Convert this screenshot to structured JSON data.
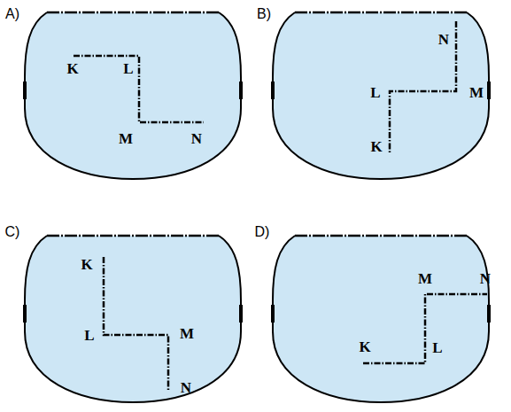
{
  "diagram": {
    "labels": [
      "A)",
      "K",
      "L",
      "M",
      "N",
      "B)",
      "N",
      "L",
      "M",
      "K",
      "C)",
      "K",
      "L",
      "M",
      "N",
      "D)",
      "M",
      "N",
      "K",
      "L"
    ]
  }
}
